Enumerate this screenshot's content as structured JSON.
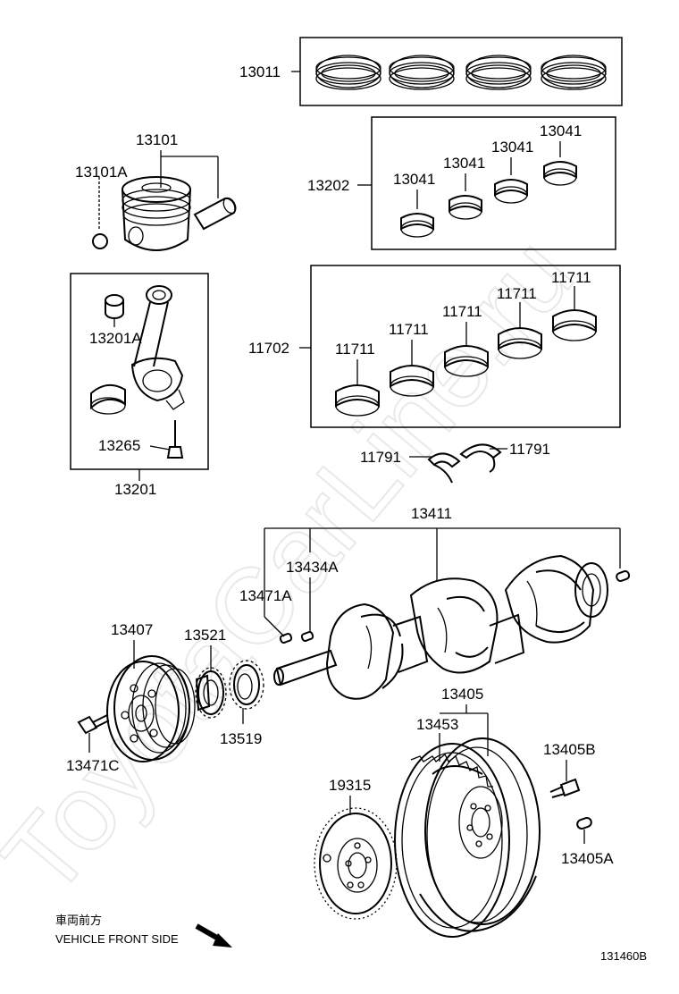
{
  "watermark": "ToyotaCarLine.ru",
  "labels": {
    "p13011": "13011",
    "p13101": "13101",
    "p13101a": "13101A",
    "p13202": "13202",
    "p13041_1": "13041",
    "p13041_2": "13041",
    "p13041_3": "13041",
    "p13041_4": "13041",
    "p13201a": "13201A",
    "p13265": "13265",
    "p13201": "13201",
    "p11702": "11702",
    "p11711_1": "11711",
    "p11711_2": "11711",
    "p11711_3": "11711",
    "p11711_4": "11711",
    "p11711_5": "11711",
    "p11791_1": "11791",
    "p11791_2": "11791",
    "p13411": "13411",
    "p13434a": "13434A",
    "p13471a": "13471A",
    "p13407": "13407",
    "p13521": "13521",
    "p13519": "13519",
    "p13471c": "13471C",
    "p13405": "13405",
    "p13453": "13453",
    "p13405b": "13405B",
    "p19315": "19315",
    "p13405a": "13405A"
  },
  "legend": {
    "jp": "車両前方",
    "en": "VEHICLE FRONT SIDE"
  },
  "diagram_code": "131460B"
}
